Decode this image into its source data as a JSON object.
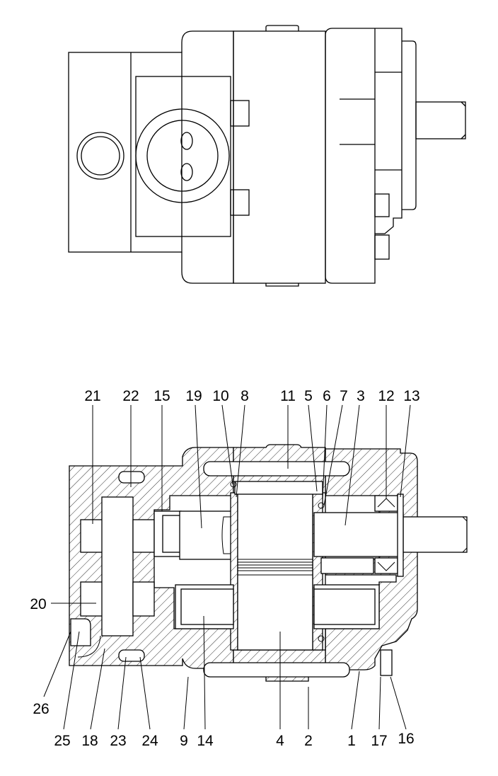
{
  "labels": {
    "p21": "21",
    "p22": "22",
    "p15": "15",
    "p19": "19",
    "p10": "10",
    "p8": "8",
    "p11": "11",
    "p5": "5",
    "p6": "6",
    "p7": "7",
    "p3": "3",
    "p12": "12",
    "p13": "13",
    "p20": "20",
    "p26": "26",
    "p25": "25",
    "p18": "18",
    "p23": "23",
    "p24": "24",
    "p9": "9",
    "p14": "14",
    "p4": "4",
    "p2": "2",
    "p1": "1",
    "p17": "17",
    "p16": "16"
  }
}
